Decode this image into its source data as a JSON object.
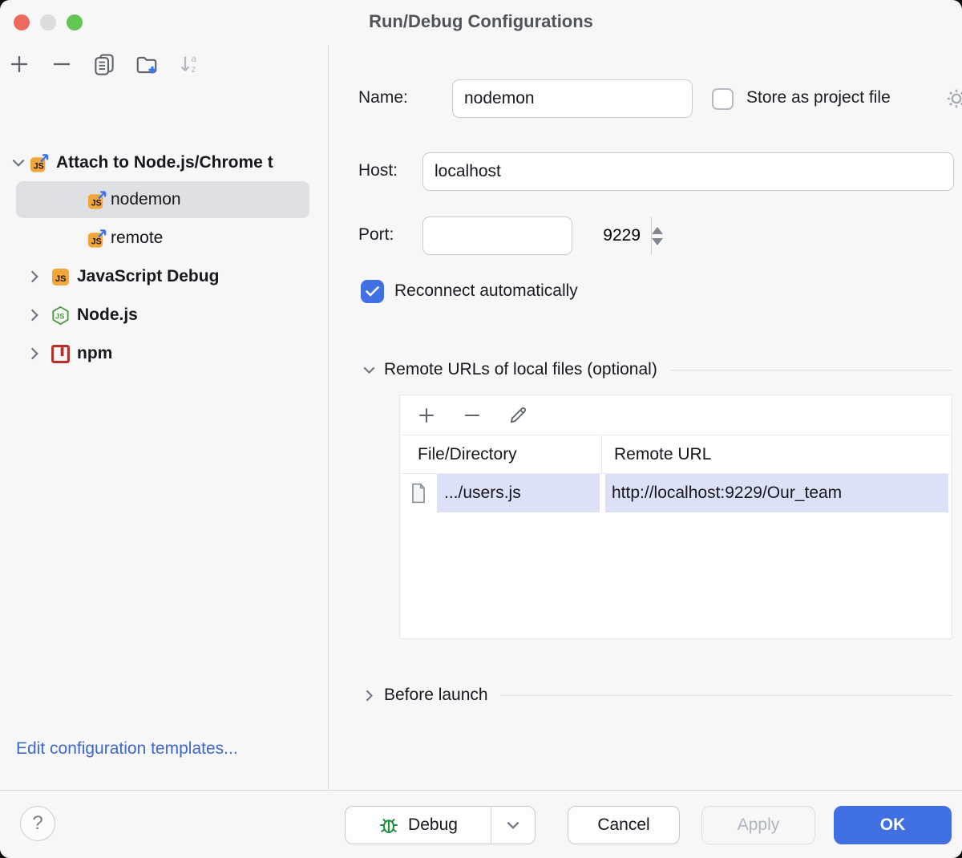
{
  "window": {
    "title": "Run/Debug Configurations"
  },
  "sidebar": {
    "toolbar": [
      {
        "name": "add"
      },
      {
        "name": "remove"
      },
      {
        "name": "copy"
      },
      {
        "name": "new-folder"
      },
      {
        "name": "sort-alphabetically"
      }
    ],
    "tree": {
      "items": [
        {
          "label": "Attach to Node.js/Chrome t",
          "type": "category",
          "icon": "js-attach",
          "expanded": true
        },
        {
          "label": "nodemon",
          "type": "configuration",
          "icon": "js-attach",
          "selected": true
        },
        {
          "label": "remote",
          "type": "configuration",
          "icon": "js-attach",
          "selected": false
        },
        {
          "label": "JavaScript Debug",
          "type": "category",
          "icon": "javascript",
          "expanded": false
        },
        {
          "label": "Node.js",
          "type": "category",
          "icon": "nodejs",
          "expanded": false
        },
        {
          "label": "npm",
          "type": "category",
          "icon": "npm",
          "expanded": false
        }
      ]
    },
    "edit_templates_link": "Edit configuration templates..."
  },
  "form": {
    "name_label": "Name:",
    "name_value": "nodemon",
    "store_checkbox_label": "Store as project file",
    "store_checkbox_checked": false,
    "host_label": "Host:",
    "host_value": "localhost",
    "port_label": "Port:",
    "port_value": "9229",
    "reconnect_label": "Reconnect automatically",
    "reconnect_checked": true,
    "remote_urls_section_label": "Remote URLs of local files (optional)",
    "before_launch_section_label": "Before launch",
    "table": {
      "columns": [
        "File/Directory",
        "Remote URL"
      ],
      "rows": [
        {
          "file": ".../users.js",
          "url": "http://localhost:9229/Our_team"
        }
      ]
    }
  },
  "footer": {
    "help_label": "?",
    "debug_label": "Debug",
    "cancel_label": "Cancel",
    "apply_label": "Apply",
    "ok_label": "OK"
  },
  "colors": {
    "accent": "#4070e4",
    "link": "#3e68cf",
    "tree_selection": "#dfe0e3",
    "table_selection": "#dce1f7",
    "js_icon": "#f0a63a",
    "nodejs_green": "#4f9a45",
    "npm_red": "#b2322c",
    "bug_green": "#1f8a3b",
    "traffic_red": "#ee6a5f",
    "traffic_middle": "#dcdcdc",
    "traffic_green": "#62c554"
  }
}
